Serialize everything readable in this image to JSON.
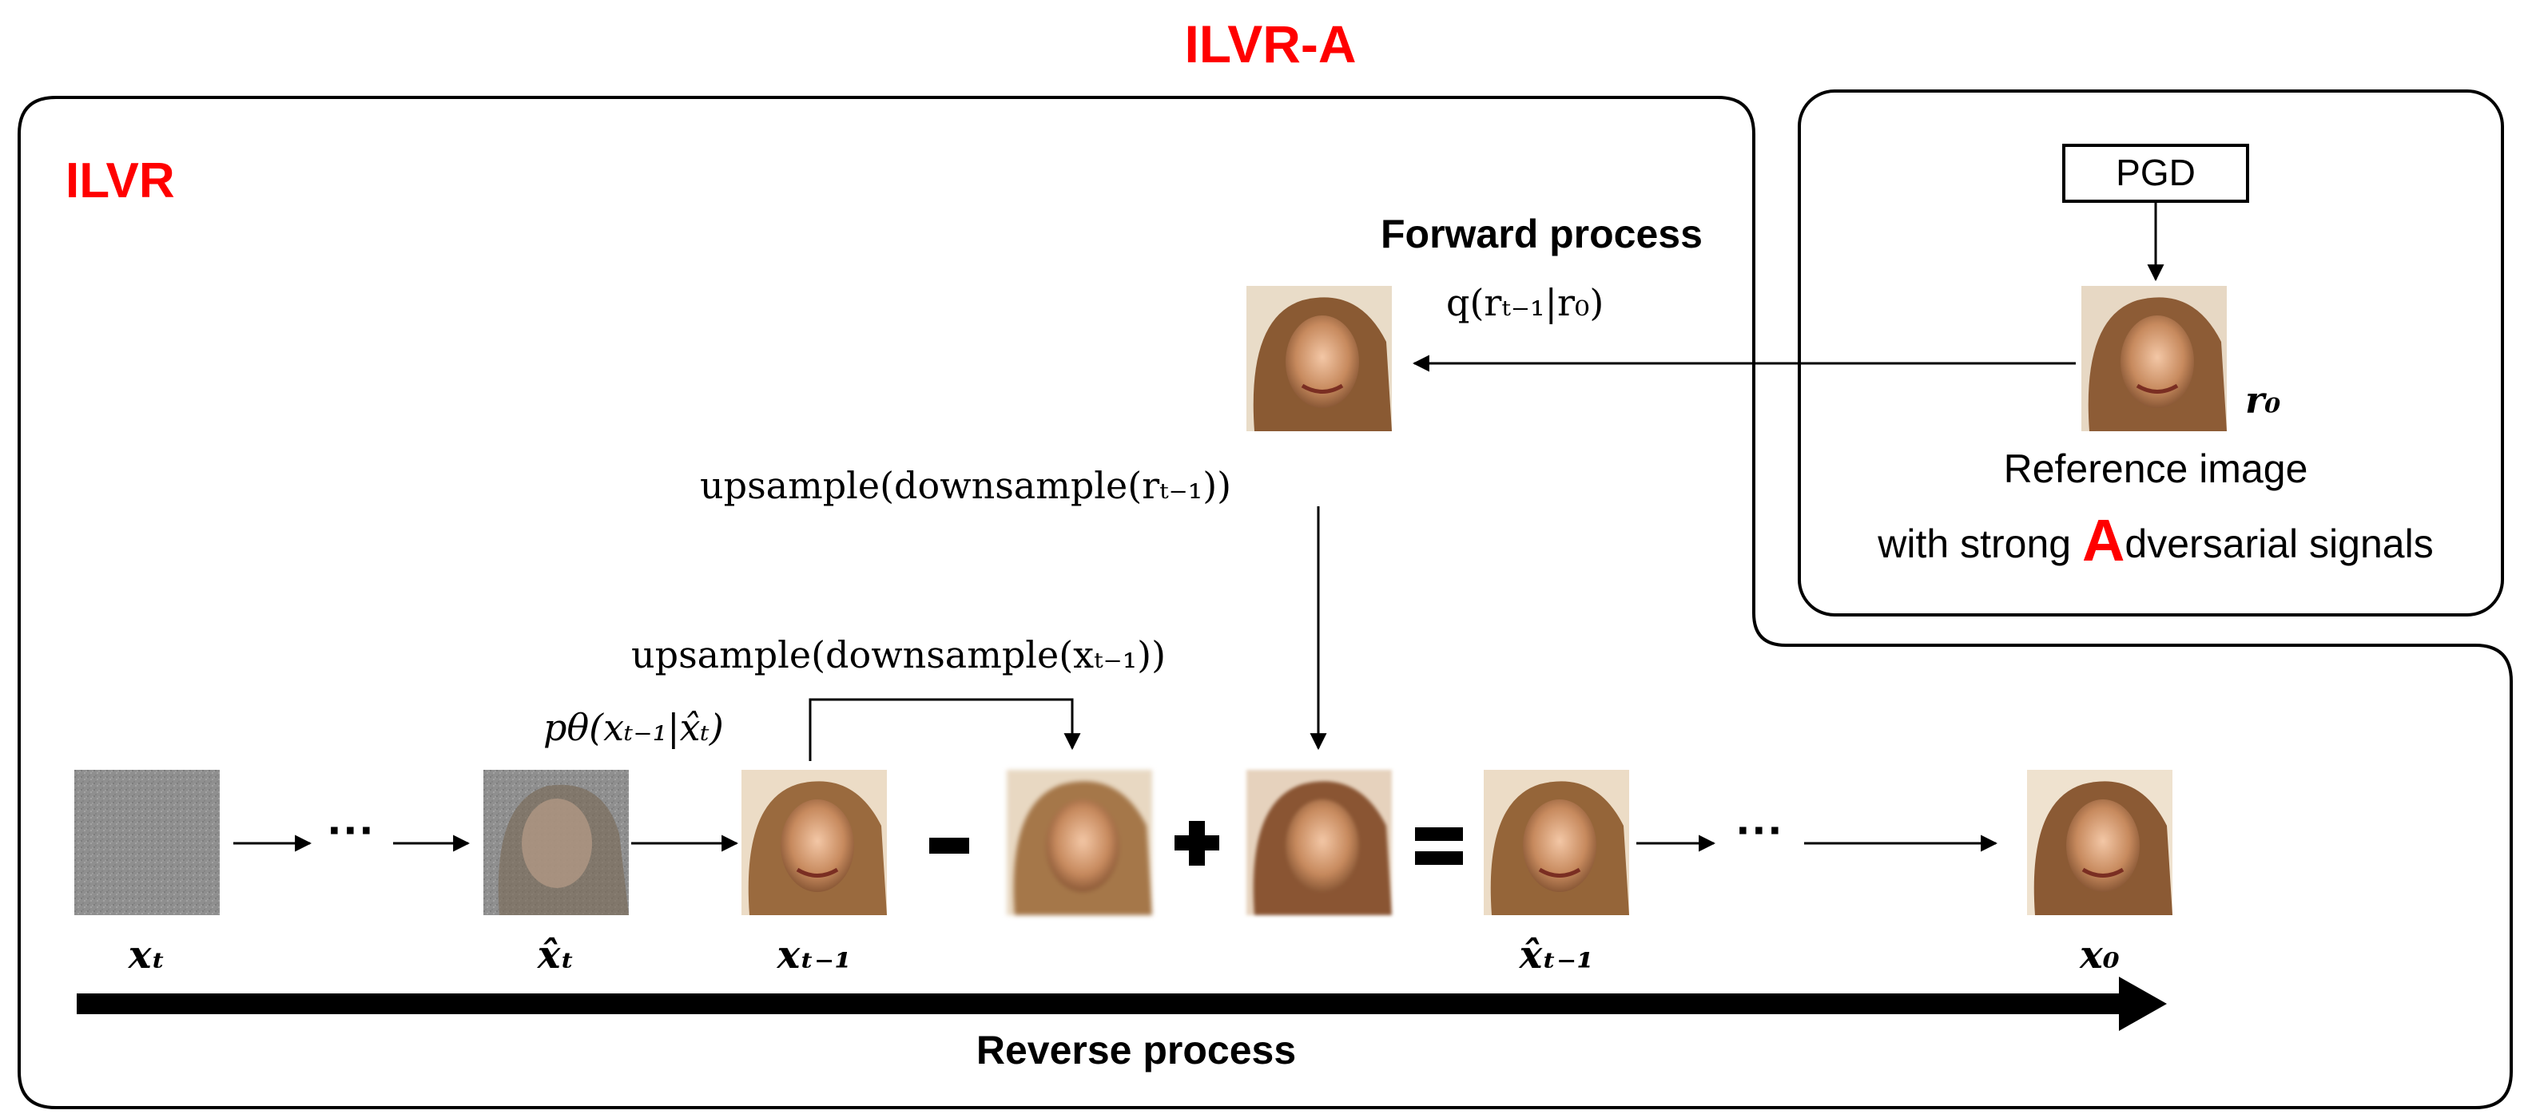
{
  "title": "ILVR-A",
  "ilvr_label": "ILVR",
  "pgd_label": "PGD",
  "forward_process": "Forward process",
  "forward_formula": "q(rₜ₋₁|r₀)",
  "r0_label": "r₀",
  "reference_line1": "Reference image",
  "reference_line2_prefix": "with strong ",
  "reference_big_letter": "A",
  "reference_line2_suffix": "dversarial signals",
  "upsample_r": "upsample(downsample(rₜ₋₁))",
  "upsample_x": "upsample(downsample(xₜ₋₁))",
  "p_theta": "pθ(xₜ₋₁|x̂ₜ)",
  "dots": "···",
  "labels": {
    "xT": "xₜ",
    "xhat_t": "x̂ₜ",
    "x_t_1": "xₜ₋₁",
    "xhat_t_1": "x̂ₜ₋₁",
    "x0": "x₀"
  },
  "operators": {
    "minus": "-",
    "plus": "+",
    "equals": "="
  },
  "reverse_process": "Reverse process",
  "colors": {
    "accent_red": "#ff0000",
    "line": "#000000",
    "noise_gray": "#8f8f8f"
  }
}
